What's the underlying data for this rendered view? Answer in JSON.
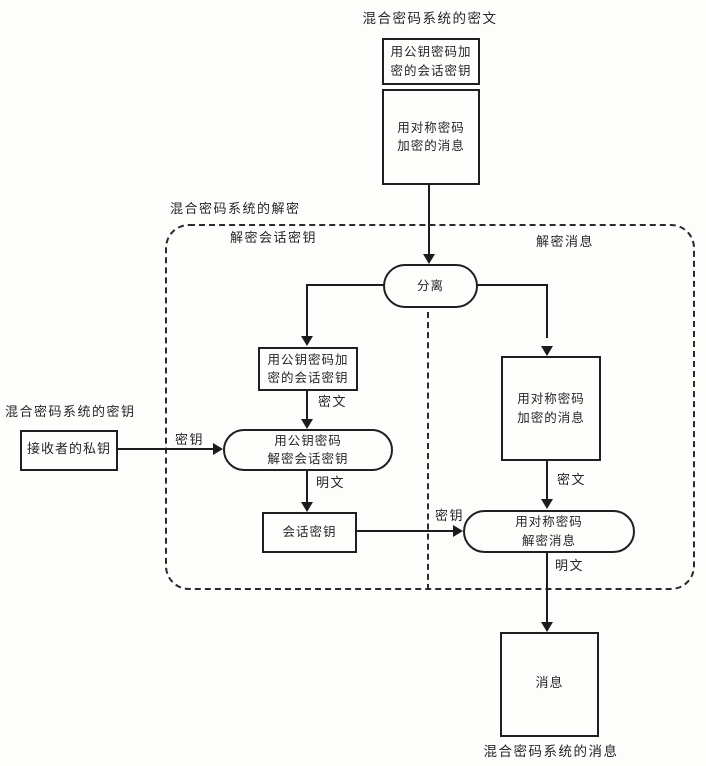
{
  "titles": {
    "top_ciphertext": "混合密码系统的密文",
    "decryption_box": "混合密码系统的解密",
    "section_left": "解密会话密钥",
    "section_right": "解密消息",
    "key_side": "混合密码系统的密钥",
    "bottom_message": "混合密码系统的消息"
  },
  "nodes": {
    "cipher_part_session_key": "用公钥密码加\n密的会话密钥",
    "cipher_part_message": "用对称密码\n加密的消息",
    "separate": "分离",
    "enc_session_key": "用公钥密码加\n密的会话密钥",
    "decrypt_session_key": "用公钥密码\n解密会话密钥",
    "session_key": "会话密钥",
    "private_key": "接收者的私钥",
    "enc_message": "用对称密码\n加密的消息",
    "decrypt_message": "用对称密码\n解密消息",
    "message": "消息"
  },
  "edge_labels": {
    "left_ciphertext": "密文",
    "left_plaintext": "明文",
    "private_key_arrow": "密钥",
    "session_key_arrow": "密钥",
    "right_ciphertext": "密文",
    "right_plaintext": "明文"
  },
  "colors": {
    "line": "#1c1c1c",
    "background": "#fdfdfc",
    "text": "#262626"
  }
}
